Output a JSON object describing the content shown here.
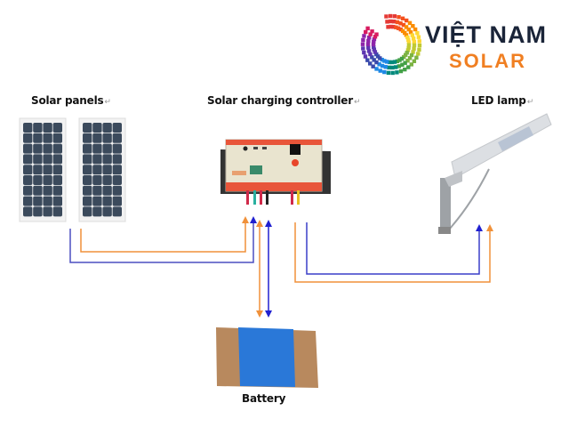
{
  "logo": {
    "line1": "VIỆT NAM",
    "line2": "SOLAR",
    "colors": {
      "line1": "#1a2438",
      "line2": "#f07f22"
    }
  },
  "components": {
    "solar_panels": {
      "label": "Solar panels",
      "icon": "solar-panel-icon",
      "count": 2
    },
    "controller": {
      "label": "Solar charging controller",
      "icon": "charge-controller-icon"
    },
    "led_lamp": {
      "label": "LED lamp",
      "icon": "street-lamp-icon"
    },
    "battery": {
      "label": "Battery",
      "icon": "battery-icon"
    }
  },
  "paragraph_mark": "↵",
  "wires": {
    "positive_color": "#f0913a",
    "negative_color": "#3a3fc8",
    "connections": [
      {
        "from": "solar_panels",
        "to": "controller",
        "direction": "to-controller"
      },
      {
        "from": "controller",
        "to": "battery",
        "direction": "bidirectional"
      },
      {
        "from": "controller",
        "to": "led_lamp",
        "direction": "to-lamp"
      }
    ]
  }
}
